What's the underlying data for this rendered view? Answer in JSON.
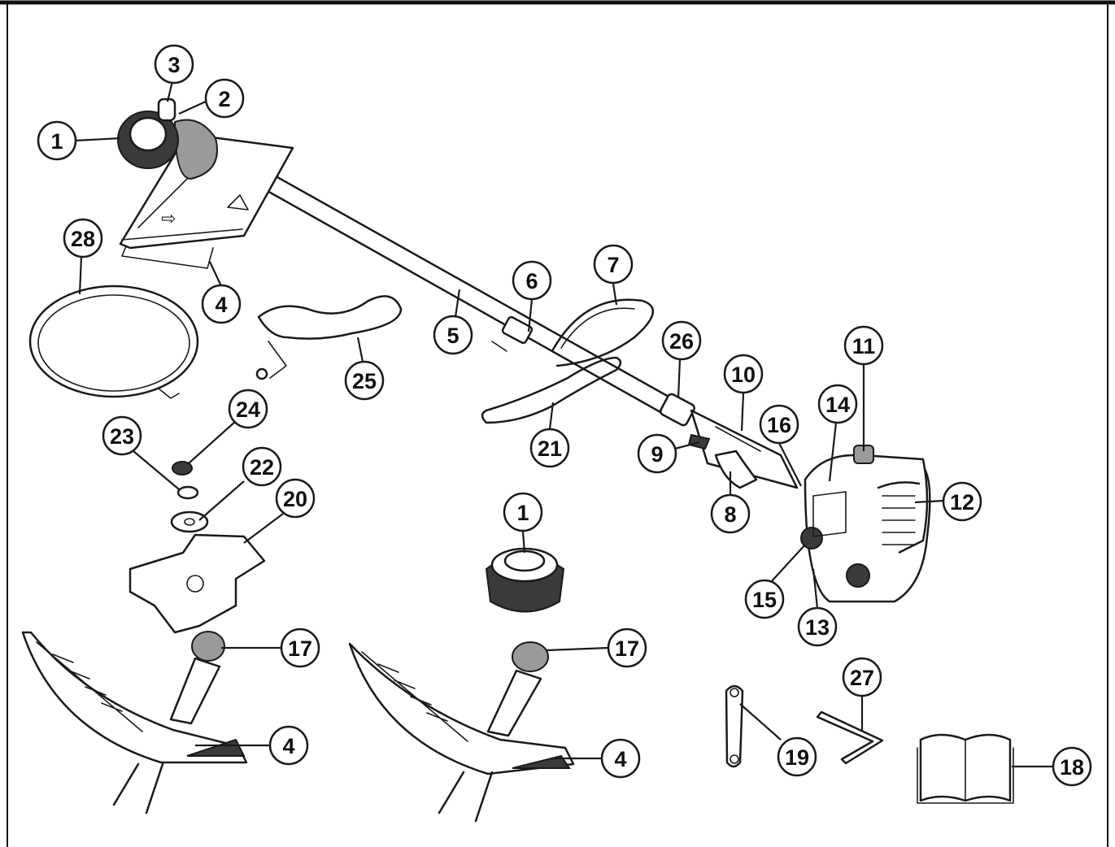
{
  "callouts": [
    {
      "id": "c1a",
      "label": "1"
    },
    {
      "id": "c2",
      "label": "2"
    },
    {
      "id": "c3",
      "label": "3"
    },
    {
      "id": "c4a",
      "label": "4"
    },
    {
      "id": "c28",
      "label": "28"
    },
    {
      "id": "c5",
      "label": "5"
    },
    {
      "id": "c6",
      "label": "6"
    },
    {
      "id": "c7",
      "label": "7"
    },
    {
      "id": "c25",
      "label": "25"
    },
    {
      "id": "c26",
      "label": "26"
    },
    {
      "id": "c10",
      "label": "10"
    },
    {
      "id": "c11",
      "label": "11"
    },
    {
      "id": "c14",
      "label": "14"
    },
    {
      "id": "c16",
      "label": "16"
    },
    {
      "id": "c9",
      "label": "9"
    },
    {
      "id": "c21",
      "label": "21"
    },
    {
      "id": "c12",
      "label": "12"
    },
    {
      "id": "c8",
      "label": "8"
    },
    {
      "id": "c15",
      "label": "15"
    },
    {
      "id": "c13",
      "label": "13"
    },
    {
      "id": "c24",
      "label": "24"
    },
    {
      "id": "c23",
      "label": "23"
    },
    {
      "id": "c22",
      "label": "22"
    },
    {
      "id": "c20",
      "label": "20"
    },
    {
      "id": "c1b",
      "label": "1"
    },
    {
      "id": "c17a",
      "label": "17"
    },
    {
      "id": "c17b",
      "label": "17"
    },
    {
      "id": "c4b",
      "label": "4"
    },
    {
      "id": "c4c",
      "label": "4"
    },
    {
      "id": "c27",
      "label": "27"
    },
    {
      "id": "c19",
      "label": "19"
    },
    {
      "id": "c18",
      "label": "18"
    }
  ],
  "icons": {
    "guard_arrow": "⇨"
  },
  "colors": {
    "line": "#1a1a1a",
    "background": "#ffffff"
  }
}
